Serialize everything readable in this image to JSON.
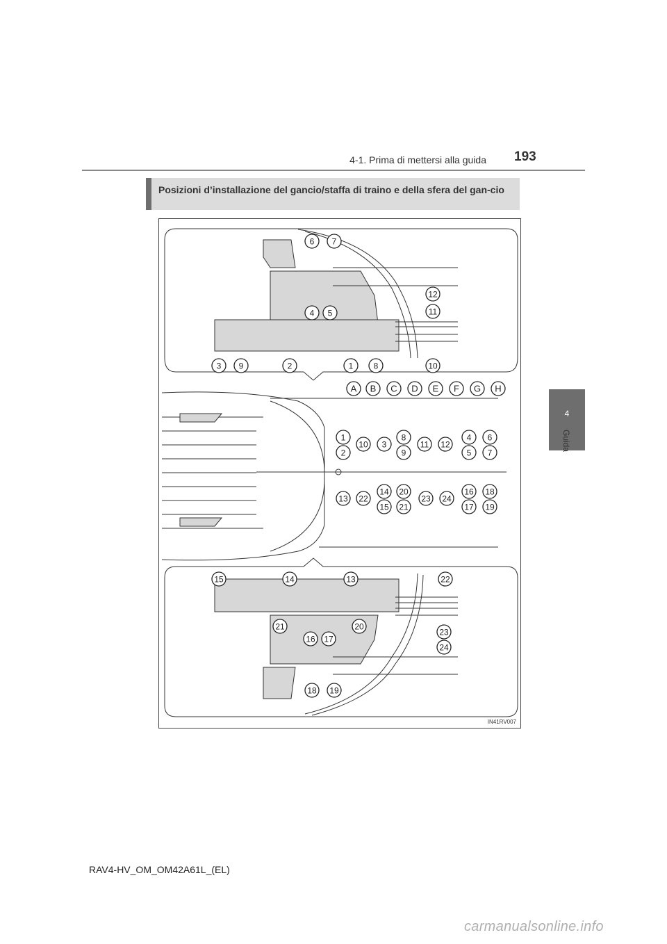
{
  "header": {
    "section": "4-1. Prima di mettersi alla guida",
    "page_number": "193"
  },
  "side_tab": {
    "chapter": "4",
    "label": "Guida"
  },
  "section_title": "Posizioni d’installazione del gancio/staffa di traino e della sfera del gan-cio",
  "figure": {
    "code": "IN41RV007",
    "top_callouts": [
      "6",
      "7",
      "4",
      "5",
      "12",
      "11",
      "3",
      "9",
      "2",
      "1",
      "8",
      "10"
    ],
    "letters": [
      "A",
      "B",
      "C",
      "D",
      "E",
      "F",
      "G",
      "H"
    ],
    "upper_row": [
      "1",
      "2",
      "10",
      "3",
      "8",
      "9",
      "11",
      "12",
      "4",
      "5",
      "6",
      "7"
    ],
    "lower_row": [
      "13",
      "22",
      "14",
      "15",
      "20",
      "21",
      "23",
      "24",
      "16",
      "17",
      "18",
      "19"
    ],
    "bottom_callouts": [
      "15",
      "14",
      "13",
      "22",
      "21",
      "20",
      "16",
      "17",
      "23",
      "24",
      "18",
      "19"
    ]
  },
  "footer": "RAV4-HV_OM_OM42A61L_(EL)",
  "watermark": "carmanualsonline.info"
}
